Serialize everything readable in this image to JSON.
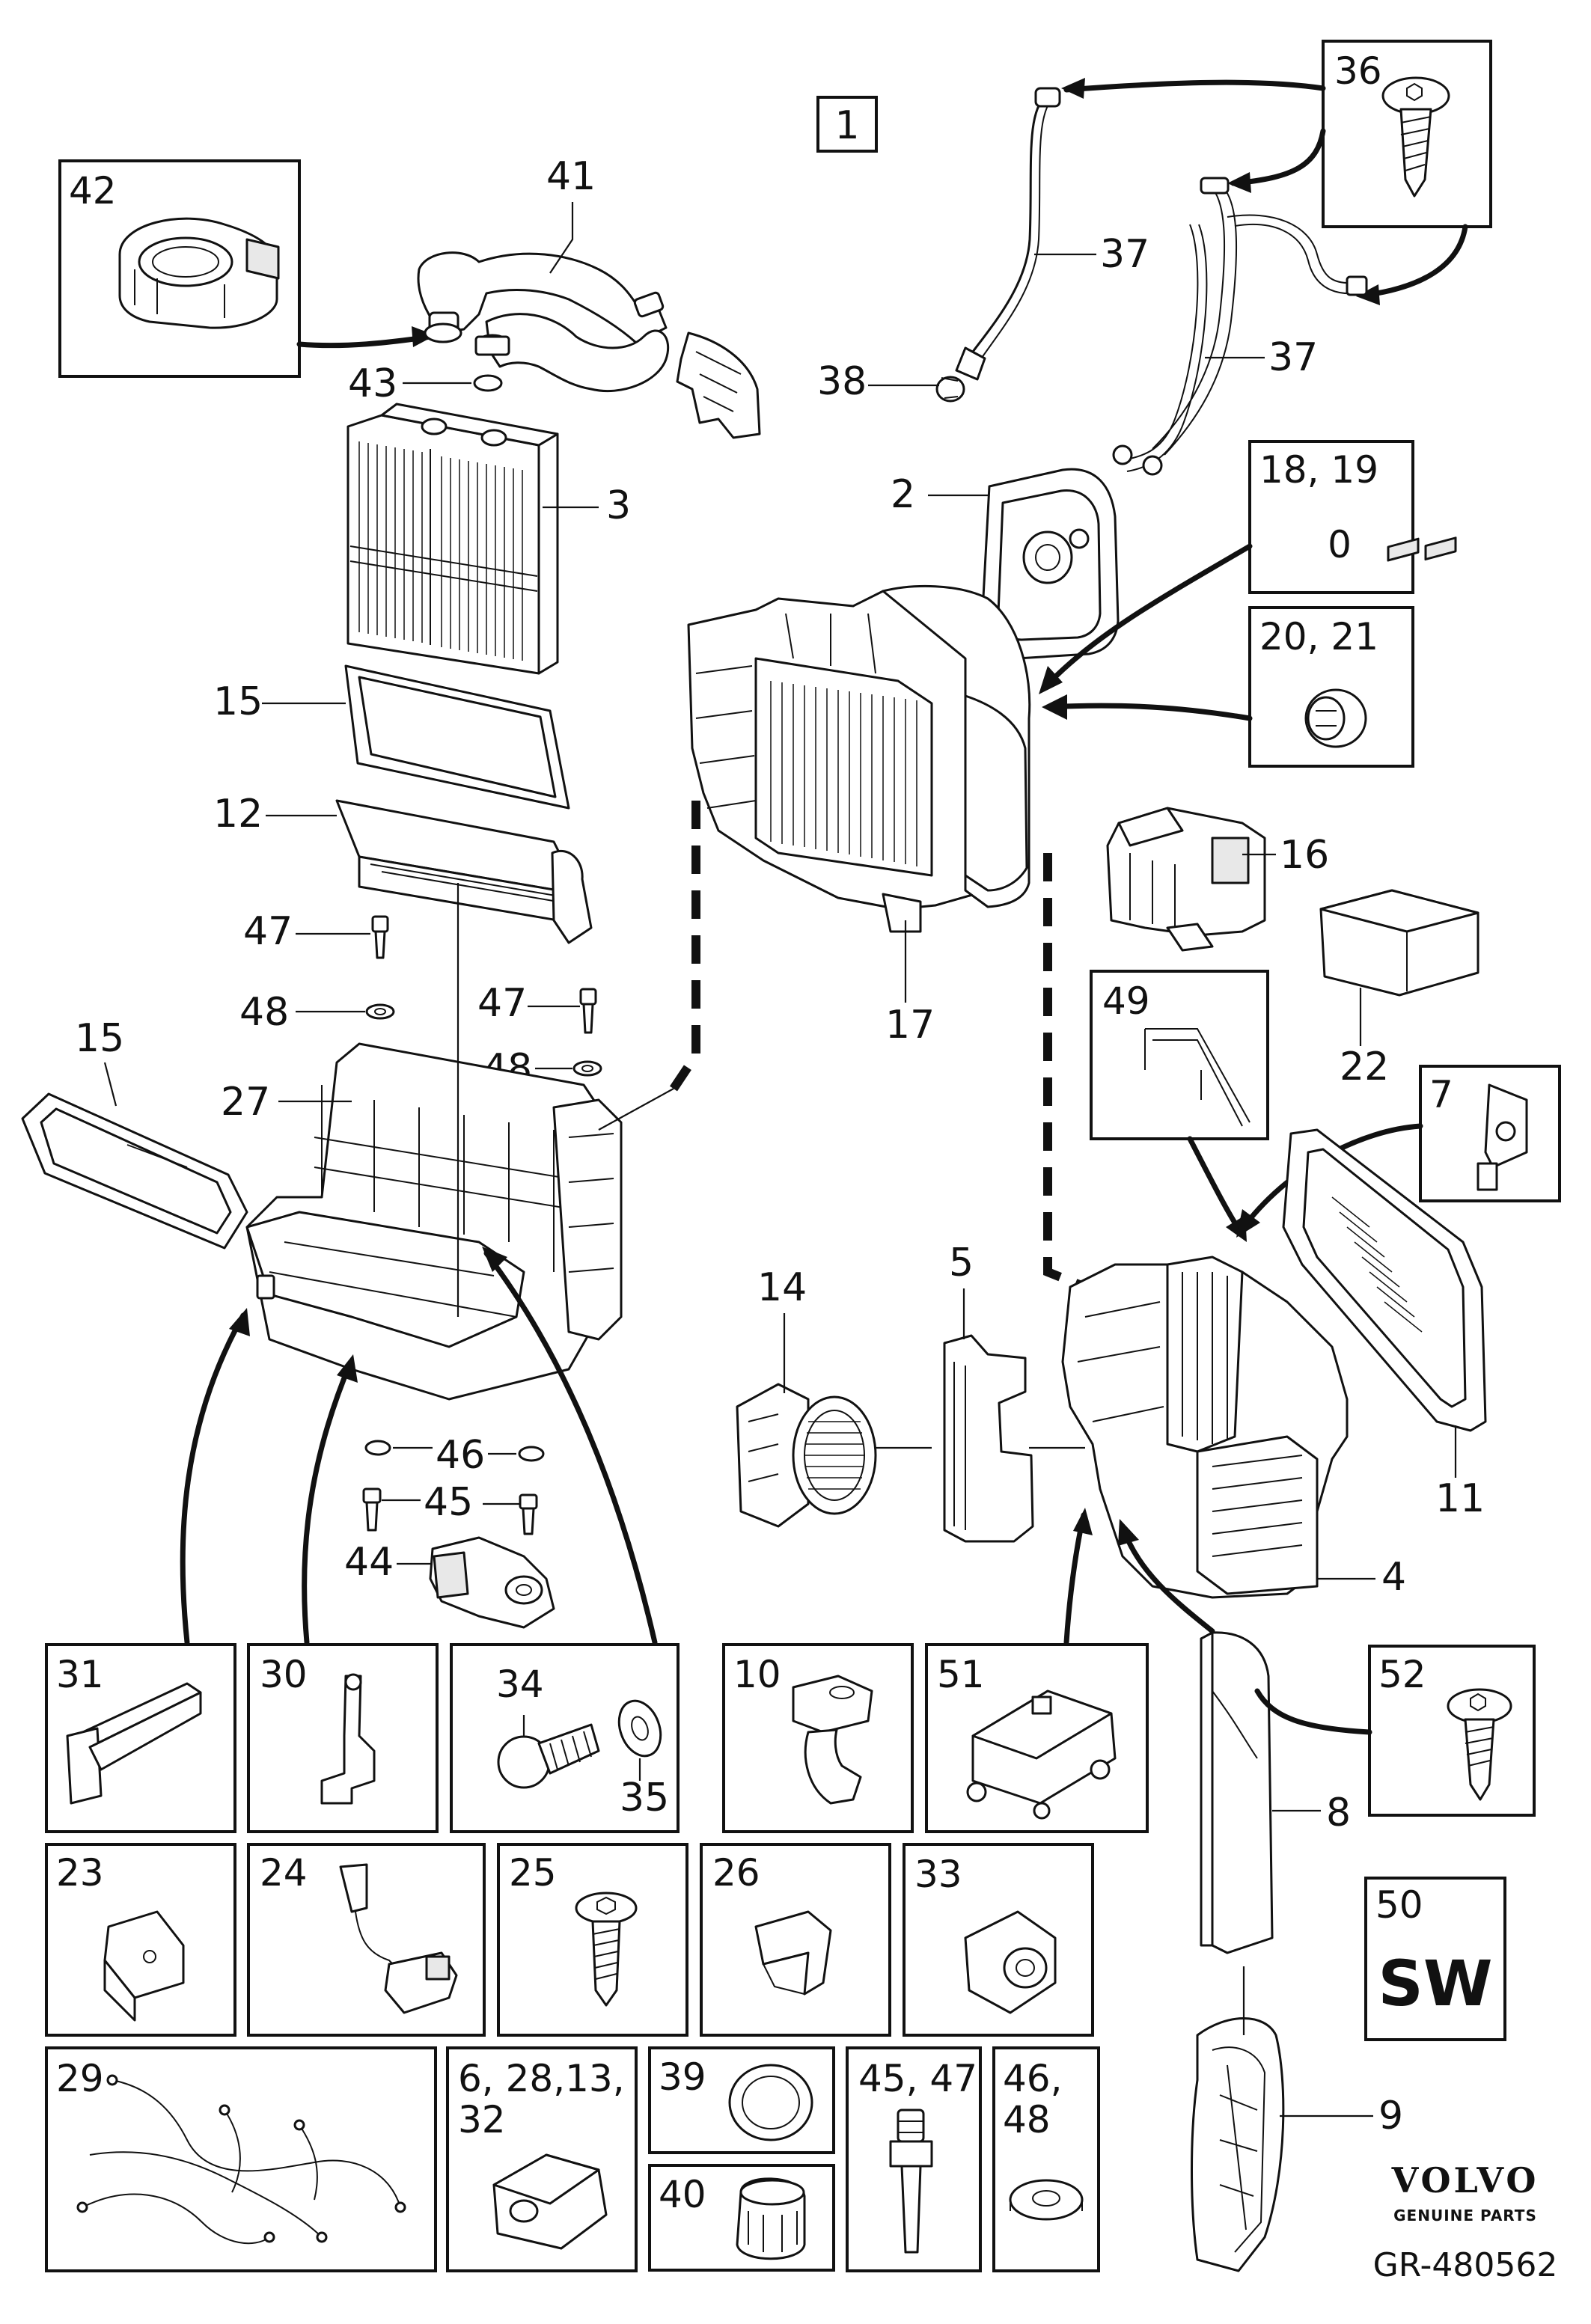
{
  "labels": {
    "l1": "1",
    "l2": "2",
    "l3": "3",
    "l4": "4",
    "l5": "5",
    "l8": "8",
    "l9": "9",
    "l11": "11",
    "l12": "12",
    "l14": "14",
    "l15a": "15",
    "l15b": "15",
    "l16": "16",
    "l17": "17",
    "l22": "22",
    "l27": "27",
    "l35": "35",
    "l36": "36",
    "l37a": "37",
    "l37b": "37",
    "l38": "38",
    "l41": "41",
    "l43": "43",
    "l44": "44",
    "l45": "45",
    "l46": "46",
    "l47a": "47",
    "l47b": "47",
    "l48a": "48",
    "l48b": "48"
  },
  "boxes": {
    "b42": "42",
    "b18": "18, 19",
    "b18sub": "0",
    "b20": "20, 21",
    "b49": "49",
    "b7": "7",
    "b31": "31",
    "b30": "30",
    "b34": "34",
    "b10": "10",
    "b51": "51",
    "b52": "52",
    "b23": "23",
    "b24": "24",
    "b25": "25",
    "b26": "26",
    "b33": "33",
    "b50": "50",
    "b50sub": "SW",
    "b29": "29",
    "b6a": "6, 28,13,",
    "b6b": "32",
    "b39": "39",
    "b40": "40",
    "b45": "45, 47",
    "b46a": "46,",
    "b46b": "48"
  },
  "brand": {
    "name": "VOLVO",
    "tagline": "GENUINE PARTS"
  },
  "reference": "GR-480562"
}
